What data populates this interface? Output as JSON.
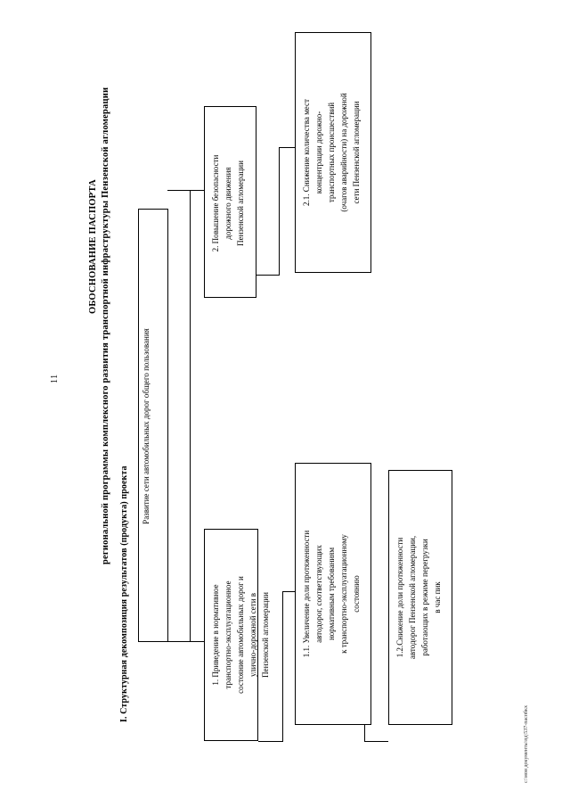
{
  "document": {
    "page_number": "11",
    "title_line1": "ОБОСНОВАНИЕ ПАСПОРТА",
    "title_line2": "региональной программы комплексного развития транспортной инфраструктуры Пензенской агломерации",
    "section_heading": "I.   Структурная декомпозиция результатов (продукта) проекта",
    "footer_path": "с:\\мои документы\\пд\\537-паспбкх"
  },
  "diagram": {
    "type": "hierarchy-tree",
    "root": {
      "id": "root",
      "label": "Развитие сети автомобильных дорог общего пользования"
    },
    "nodes": [
      {
        "id": "node-1",
        "number": "1.",
        "label": "1.    Приведение в нормативное транспортно-эксплуатационное состояние автомобильных дорог и улично-дорожной сети в Пензенской агломерации",
        "lines": [
          "1.    Приведение в нормативное",
          "транспортно-эксплуатационное",
          "состояние автомобильных дорог и",
          "улично-дорожной сети в",
          "Пензенской агломерации"
        ]
      },
      {
        "id": "node-2",
        "number": "2.",
        "label": "2. Повышение безопасности дорожного движения Пензенской агломерации",
        "lines": [
          "2. Повышение безопасности",
          "дорожного движения",
          "Пензенской агломерации"
        ]
      },
      {
        "id": "node-1-1",
        "number": "1.1.",
        "label": "1.1. Увеличение доли протяженности автодорог, соответствующих нормативным требованиям к транспортно-эксплуатационному состоянию",
        "lines": [
          "1.1. Увеличение доли протяженности",
          "автодорог, соответствующих",
          "нормативным требованиям",
          "к транспортно-эксплуатационному",
          "состоянию"
        ]
      },
      {
        "id": "node-1-2",
        "number": "1.2.",
        "label": "1.2.Снижение доли протяженности автодорог Пензенской агломерации, работающих в режиме перегрузки в час пик",
        "lines": [
          "1.2.Снижение доли протяженности",
          "автодорог Пензенской  агломерации,",
          "работающих в режиме перегрузки",
          "в час пик"
        ]
      },
      {
        "id": "node-2-1",
        "number": "2.1.",
        "label": "2.1. Снижение количества мест концентрации дорожно-транспортных происшествий (очагов аварийности) на дорожной сети Пензенской агломерации",
        "lines": [
          "2.1. Снижение количества мест",
          "концентрации дорожно-",
          "транспортных происшествий",
          "(очагов аварийности) на дорожной",
          "сети Пензенской агломерации"
        ]
      }
    ],
    "edges": [
      {
        "from": "root",
        "to": "node-1"
      },
      {
        "from": "root",
        "to": "node-2"
      },
      {
        "from": "node-1",
        "to": "node-1-1"
      },
      {
        "from": "node-1",
        "to": "node-1-2"
      },
      {
        "from": "node-2",
        "to": "node-2-1"
      }
    ],
    "colors": {
      "border": "#000000",
      "background": "#ffffff",
      "text": "#000000"
    }
  }
}
